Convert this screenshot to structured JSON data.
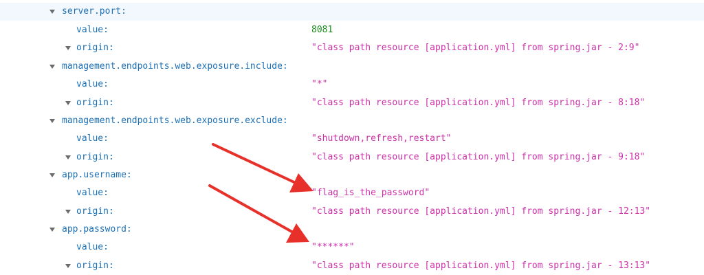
{
  "properties": [
    {
      "key": "server.port:",
      "value_label": "value:",
      "value": "8081",
      "origin_label": "origin:",
      "origin": "\"class path resource [application.yml] from spring.jar - 2:9\""
    },
    {
      "key": "management.endpoints.web.exposure.include:",
      "value_label": "value:",
      "value": "\"*\"",
      "origin_label": "origin:",
      "origin": "\"class path resource [application.yml] from spring.jar - 8:18\""
    },
    {
      "key": "management.endpoints.web.exposure.exclude:",
      "value_label": "value:",
      "value": "\"shutdown,refresh,restart\"",
      "origin_label": "origin:",
      "origin": "\"class path resource [application.yml] from spring.jar - 9:18\""
    },
    {
      "key": "app.username:",
      "value_label": "value:",
      "value": "\"flag_is_the_password\"",
      "origin_label": "origin:",
      "origin": "\"class path resource [application.yml] from spring.jar - 12:13\""
    },
    {
      "key": "app.password:",
      "value_label": "value:",
      "value": "\"******\"",
      "origin_label": "origin:",
      "origin": "\"class path resource [application.yml] from spring.jar - 13:13\""
    }
  ],
  "colors": {
    "key": "#1a6fb5",
    "number": "#1c8a1c",
    "string": "#cc2fa8",
    "arrow": "#e8302b",
    "highlight_row": "#f2f8fd"
  }
}
